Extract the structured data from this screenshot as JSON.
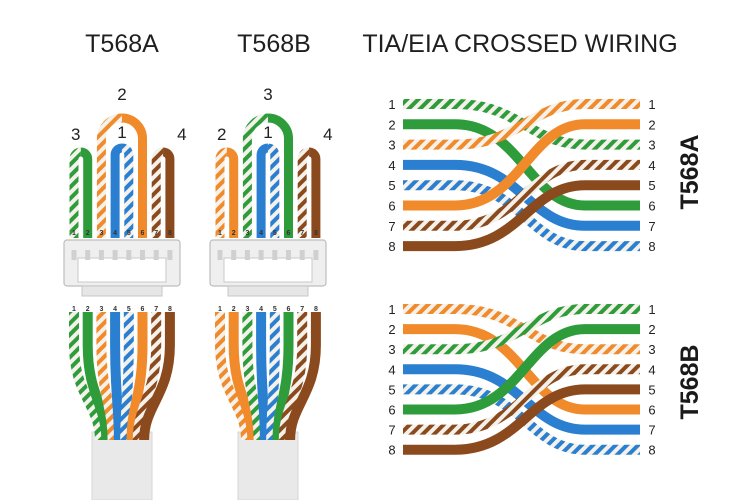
{
  "titles": {
    "t568a": "T568A",
    "t568b": "T568B",
    "crossed": "TIA/EIA CROSSED WIRING"
  },
  "side_labels": {
    "top": "T568A",
    "bottom": "T568B"
  },
  "pin_numbers": [
    "1",
    "2",
    "3",
    "4",
    "5",
    "6",
    "7",
    "8"
  ],
  "plug_a": {
    "pair_labels": [
      {
        "text": "3",
        "pos": "left"
      },
      {
        "text": "2",
        "pos": "top"
      },
      {
        "text": "1",
        "pos": "center"
      },
      {
        "text": "4",
        "pos": "right"
      }
    ],
    "pins": [
      {
        "base": "#2e9c3a",
        "stripe": true
      },
      {
        "base": "#2e9c3a",
        "stripe": false
      },
      {
        "base": "#f08a2a",
        "stripe": true
      },
      {
        "base": "#2a7fd0",
        "stripe": false
      },
      {
        "base": "#2a7fd0",
        "stripe": true
      },
      {
        "base": "#f08a2a",
        "stripe": false
      },
      {
        "base": "#8b4a1e",
        "stripe": true
      },
      {
        "base": "#8b4a1e",
        "stripe": false
      }
    ]
  },
  "plug_b": {
    "pair_labels": [
      {
        "text": "2",
        "pos": "left"
      },
      {
        "text": "3",
        "pos": "top"
      },
      {
        "text": "1",
        "pos": "center"
      },
      {
        "text": "4",
        "pos": "right"
      }
    ],
    "pins": [
      {
        "base": "#f08a2a",
        "stripe": true
      },
      {
        "base": "#f08a2a",
        "stripe": false
      },
      {
        "base": "#2e9c3a",
        "stripe": true
      },
      {
        "base": "#2a7fd0",
        "stripe": false
      },
      {
        "base": "#2a7fd0",
        "stripe": true
      },
      {
        "base": "#2e9c3a",
        "stripe": false
      },
      {
        "base": "#8b4a1e",
        "stripe": true
      },
      {
        "base": "#8b4a1e",
        "stripe": false
      }
    ]
  },
  "crossover_a": [
    {
      "base": "#2e9c3a",
      "stripe": true,
      "to": 3
    },
    {
      "base": "#2e9c3a",
      "stripe": false,
      "to": 6
    },
    {
      "base": "#f08a2a",
      "stripe": true,
      "to": 1
    },
    {
      "base": "#2a7fd0",
      "stripe": false,
      "to": 7
    },
    {
      "base": "#2a7fd0",
      "stripe": true,
      "to": 8
    },
    {
      "base": "#f08a2a",
      "stripe": false,
      "to": 2
    },
    {
      "base": "#8b4a1e",
      "stripe": true,
      "to": 4
    },
    {
      "base": "#8b4a1e",
      "stripe": false,
      "to": 5
    }
  ],
  "crossover_b": [
    {
      "base": "#f08a2a",
      "stripe": true,
      "to": 3
    },
    {
      "base": "#f08a2a",
      "stripe": false,
      "to": 6
    },
    {
      "base": "#2e9c3a",
      "stripe": true,
      "to": 1
    },
    {
      "base": "#2a7fd0",
      "stripe": false,
      "to": 7
    },
    {
      "base": "#2a7fd0",
      "stripe": true,
      "to": 8
    },
    {
      "base": "#2e9c3a",
      "stripe": false,
      "to": 2
    },
    {
      "base": "#8b4a1e",
      "stripe": true,
      "to": 4
    },
    {
      "base": "#8b4a1e",
      "stripe": false,
      "to": 5
    }
  ],
  "colors": {
    "white_stripe": "#f4f1ea",
    "jacket": "#e9e9e9",
    "plug": "#efefef"
  }
}
